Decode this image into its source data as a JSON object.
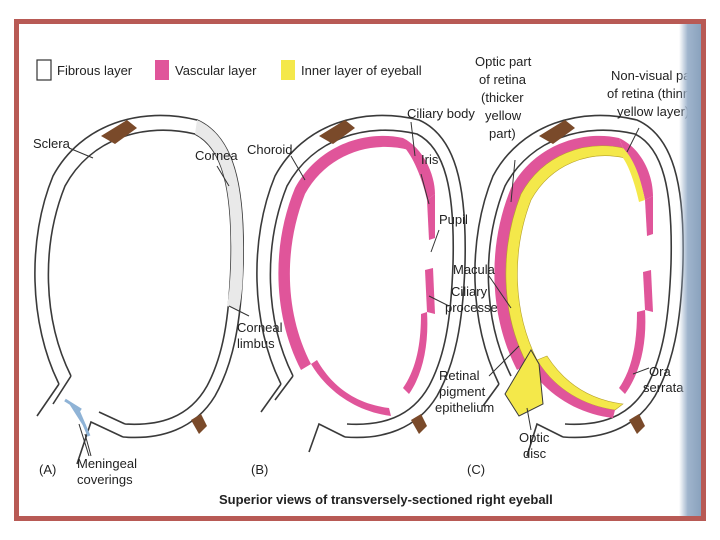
{
  "legend": {
    "fibrous": {
      "label": "Fibrous layer",
      "color": "#ffffff"
    },
    "vascular": {
      "label": "Vascular layer",
      "color": "#e0559a"
    },
    "inner": {
      "label": "Inner layer of eyeball",
      "color": "#f4e84a"
    }
  },
  "colors": {
    "frame": "#b85a55",
    "muscle": "#7a4a2a",
    "outline": "#3a3a3a",
    "sclera_fill": "#f2f2f2",
    "meninges": "#8fb3d6"
  },
  "panel_a": {
    "tag": "(A)",
    "labels": {
      "sclera": "Sclera",
      "cornea": "Cornea",
      "corneal_limbus_1": "Corneal",
      "corneal_limbus_2": "limbus",
      "meningeal_1": "Meningeal",
      "meningeal_2": "coverings"
    }
  },
  "panel_b": {
    "tag": "(B)",
    "labels": {
      "choroid": "Choroid",
      "ciliary_body": "Ciliary body",
      "iris": "Iris",
      "pupil": "Pupil",
      "ciliary_processes_1": "Ciliary",
      "ciliary_processes_2": "processes"
    }
  },
  "panel_c": {
    "tag": "(C)",
    "labels": {
      "optic_part_1": "Optic part",
      "optic_part_2": "of retina",
      "optic_part_3": "(thicker",
      "optic_part_4": "yellow",
      "optic_part_5": "part)",
      "non_visual_1": "Non-visual part",
      "non_visual_2": "of retina (thinner",
      "non_visual_3": "yellow layer)",
      "macula": "Macula",
      "rpe_1": "Retinal",
      "rpe_2": "pigment",
      "rpe_3": "epithelium",
      "optic_disc_1": "Optic",
      "optic_disc_2": "disc",
      "ora_1": "Ora",
      "ora_2": "serrata"
    }
  },
  "caption": "Superior views of transversely-sectioned right eyeball"
}
